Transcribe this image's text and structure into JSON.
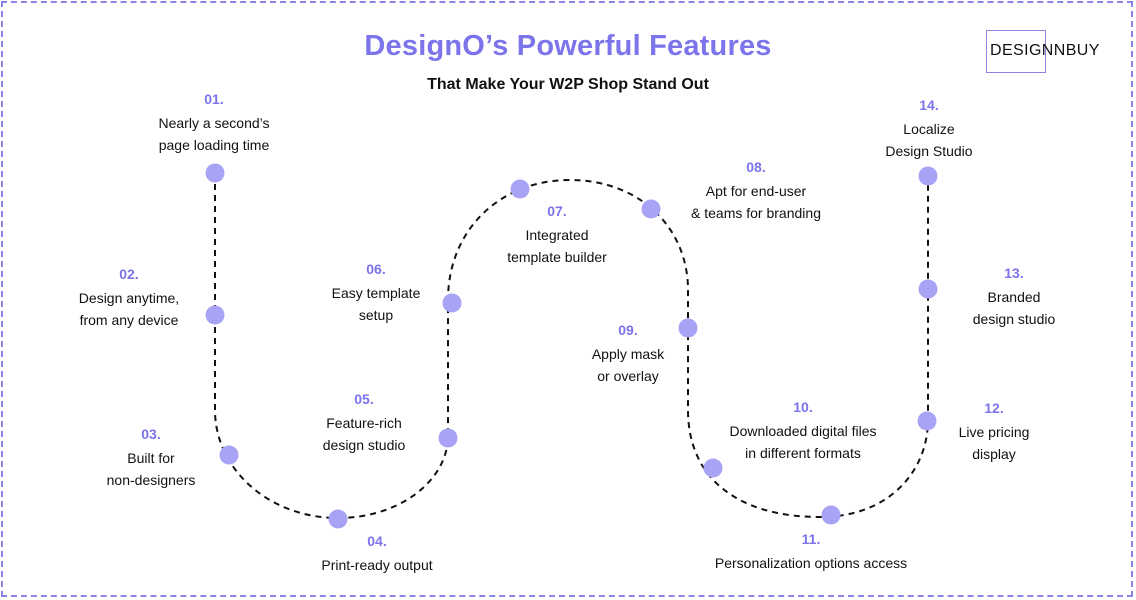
{
  "header": {
    "title": "DesignO’s Powerful Features",
    "subtitle": "That Make Your W2P Shop Stand Out"
  },
  "logo": {
    "text": "DESIGNNBUY"
  },
  "colors": {
    "accent": "#7b74ea",
    "dot": "#a9a3f5",
    "path": "#111111",
    "border": "#8a86e8"
  },
  "features": [
    {
      "num": "01.",
      "lines": [
        "Nearly a second’s",
        "page loading time"
      ]
    },
    {
      "num": "02.",
      "lines": [
        "Design anytime,",
        "from any device"
      ]
    },
    {
      "num": "03.",
      "lines": [
        "Built for",
        "non-designers"
      ]
    },
    {
      "num": "04.",
      "lines": [
        "Print-ready output"
      ]
    },
    {
      "num": "05.",
      "lines": [
        "Feature-rich",
        "design studio"
      ]
    },
    {
      "num": "06.",
      "lines": [
        "Easy template",
        "setup"
      ]
    },
    {
      "num": "07.",
      "lines": [
        "Integrated",
        "template builder"
      ]
    },
    {
      "num": "08.",
      "lines": [
        "Apt for end-user",
        "& teams for branding"
      ]
    },
    {
      "num": "09.",
      "lines": [
        "Apply mask",
        "or overlay"
      ]
    },
    {
      "num": "10.",
      "lines": [
        "Downloaded digital files",
        "in different formats"
      ]
    },
    {
      "num": "11.",
      "lines": [
        "Personalization options access"
      ]
    },
    {
      "num": "12.",
      "lines": [
        "Live pricing",
        "display"
      ]
    },
    {
      "num": "13.",
      "lines": [
        "Branded",
        "design studio"
      ]
    },
    {
      "num": "14.",
      "lines": [
        "Localize",
        "Design Studio"
      ]
    }
  ]
}
